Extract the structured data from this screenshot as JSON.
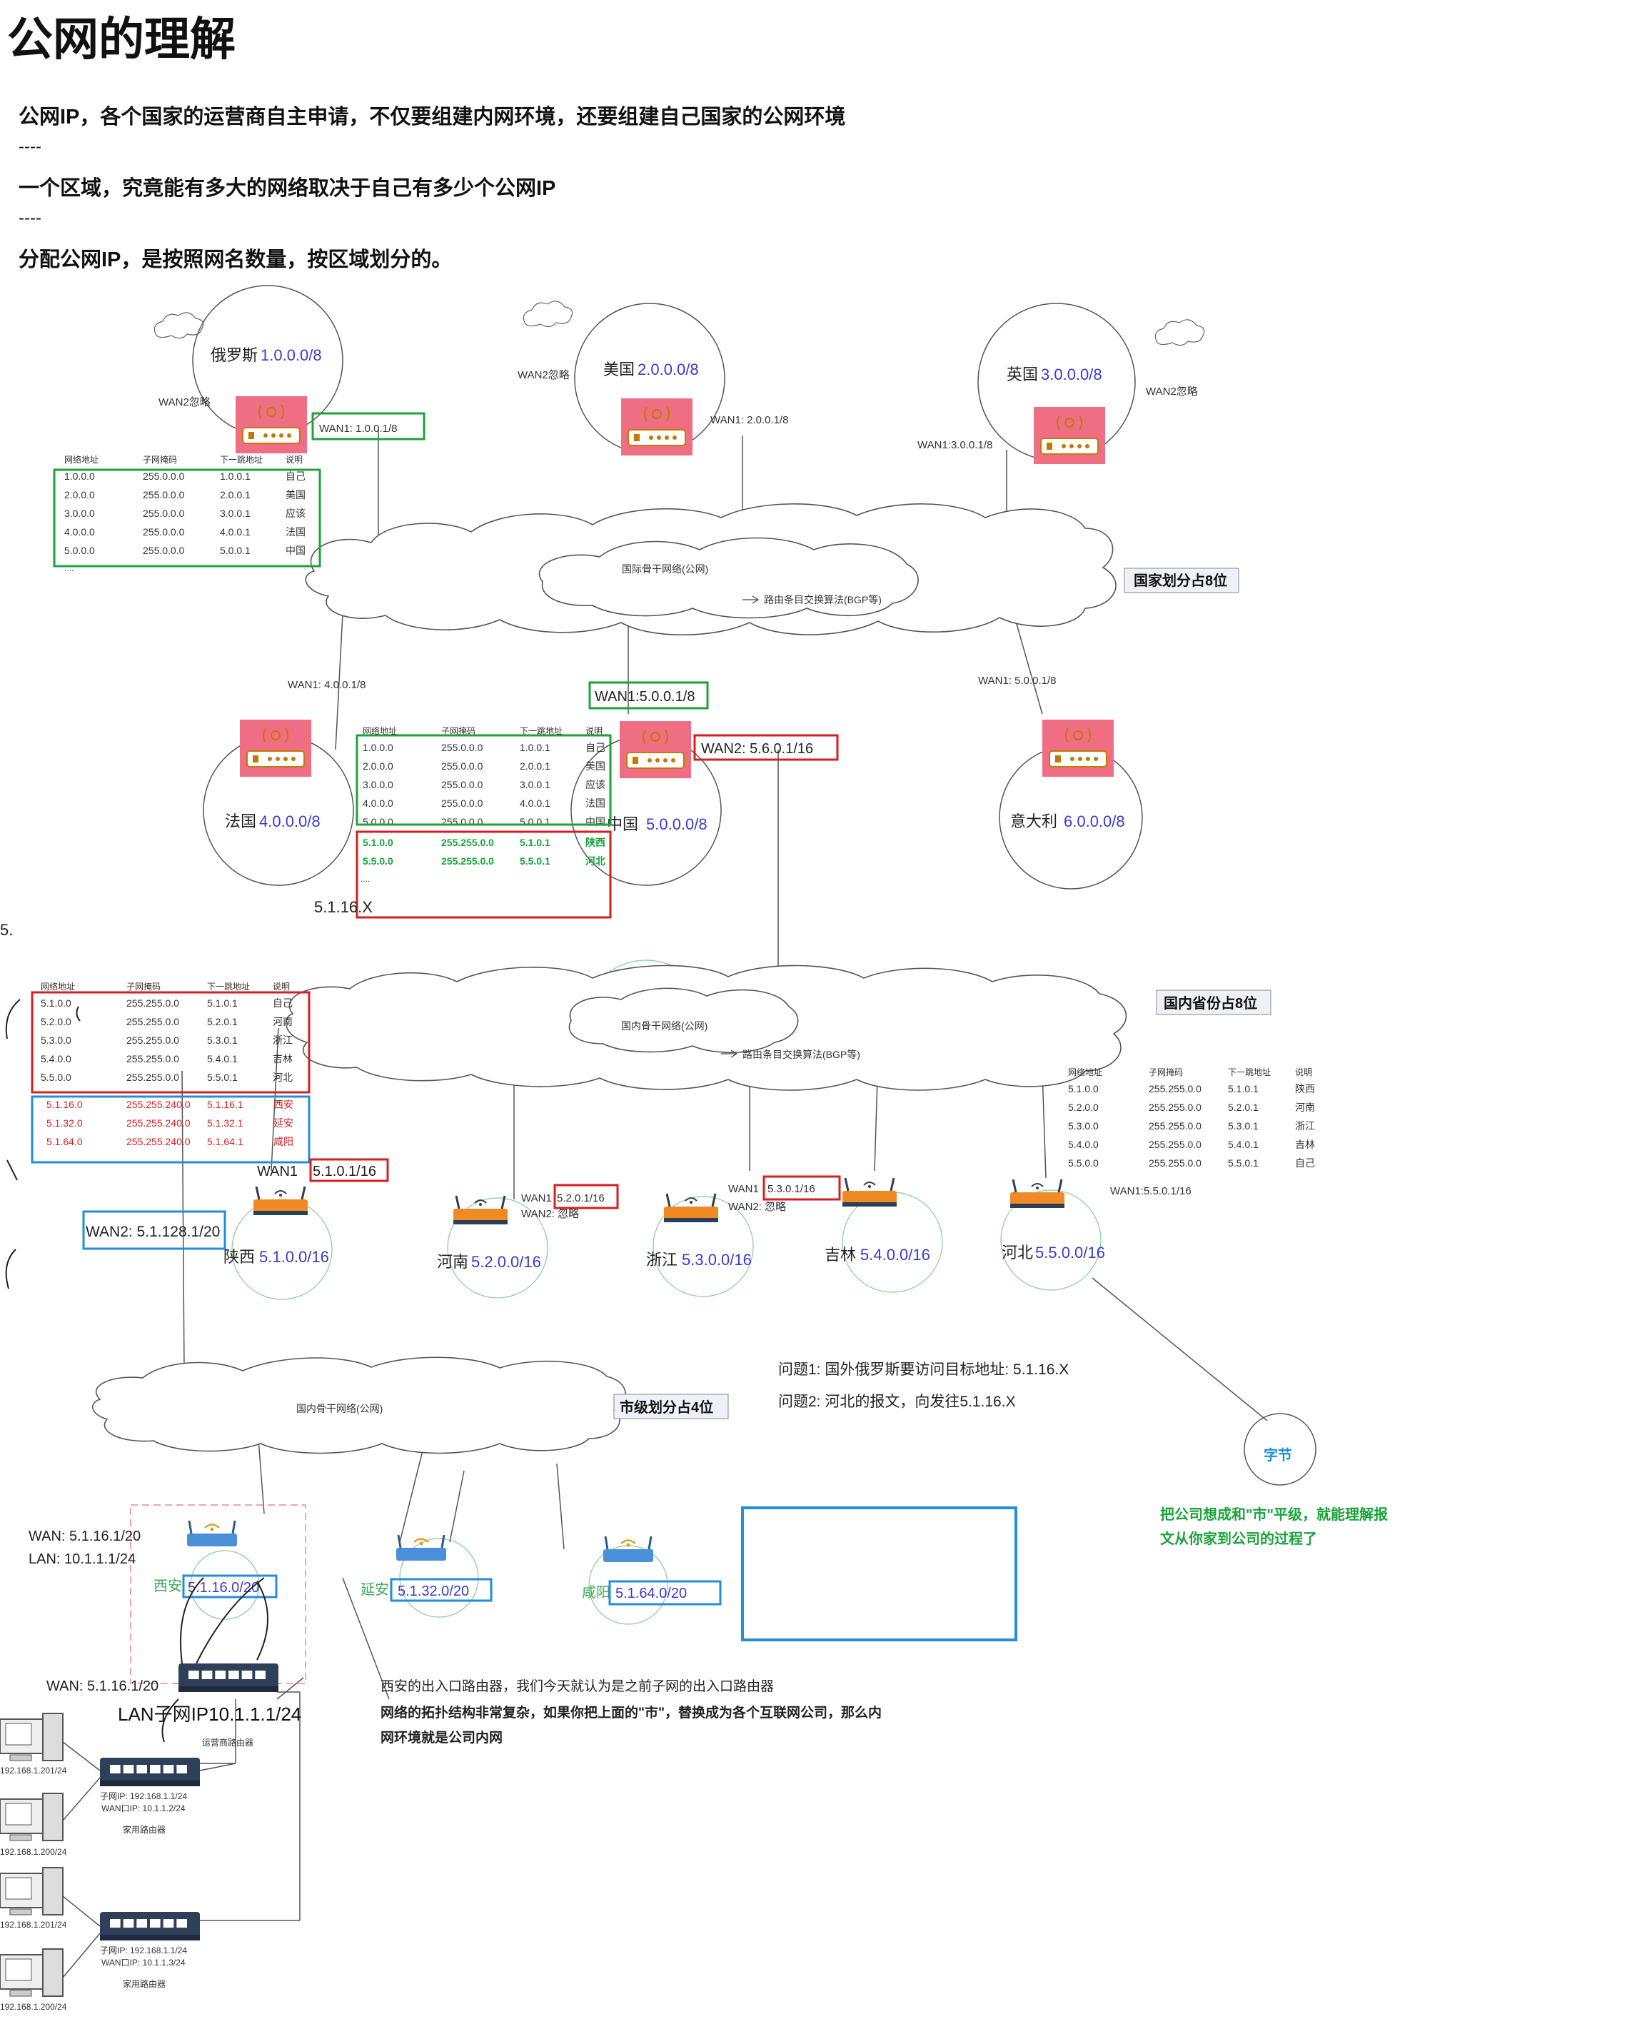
{
  "title": "公网的理解",
  "lines": [
    "公网IP，各个国家的运营商自主申请，不仅要组建内网环境，还要组建自己国家的公网环境",
    "----",
    "一个区域，究竟能有多大的网络取决于自己有多少个公网IP",
    "----",
    "分配公网IP，是按照网名数量，按区域划分的。"
  ],
  "countries": [
    {
      "name": "俄罗斯",
      "net": "1.0.0.0/8",
      "wan2": "WAN2忽略",
      "wan1": "WAN1:   1.0.0.1/8"
    },
    {
      "name": "美国",
      "net": "2.0.0.0/8",
      "wan2": "WAN2忽略",
      "wan1": "WAN1:  2.0.0.1/8"
    },
    {
      "name": "英国",
      "net": "3.0.0.0/8",
      "wan2": "WAN2忽略",
      "wan1": "WAN1:3.0.0.1/8"
    },
    {
      "name": "法国",
      "net": "4.0.0.0/8",
      "wan1": "WAN1:  4.0.0.1/8"
    },
    {
      "name": "中国",
      "net": "5.0.0.0/8",
      "wan1": "WAN1:5.0.0.1/8",
      "wan2": "WAN2: 5.6.0.1/16"
    },
    {
      "name": "意大利",
      "net": "6.0.0.0/8",
      "wan1": "WAN1:  5.0.0.1/8"
    }
  ],
  "intl_cloud": {
    "label": "国际骨干网络(公网)",
    "sub": "路由条目交换算法(BGP等)",
    "tag": "国家划分占8位"
  },
  "table_header": [
    "网络地址",
    "子网掩码",
    "下一跳地址",
    "说明"
  ],
  "russia_table": [
    [
      "1.0.0.0",
      "255.0.0.0",
      "1.0.0.1",
      "自己"
    ],
    [
      "2.0.0.0",
      "255.0.0.0",
      "2.0.0.1",
      "美国"
    ],
    [
      "3.0.0.0",
      "255.0.0.0",
      "3.0.0.1",
      "应该"
    ],
    [
      "4.0.0.0",
      "255.0.0.0",
      "4.0.0.1",
      "法国"
    ],
    [
      "5.0.0.0",
      "255.0.0.0",
      "5.0.0.1",
      "中国"
    ]
  ],
  "china_table": [
    [
      "1.0.0.0",
      "255.0.0.0",
      "1.0.0.1",
      "自己"
    ],
    [
      "2.0.0.0",
      "255.0.0.0",
      "2.0.0.1",
      "美国"
    ],
    [
      "3.0.0.0",
      "255.0.0.0",
      "3.0.0.1",
      "应该"
    ],
    [
      "4.0.0.0",
      "255.0.0.0",
      "4.0.0.1",
      "法国"
    ],
    [
      "5.0.0.0",
      "255.0.0.0",
      "5.0.0.1",
      "中国"
    ]
  ],
  "china_extra": [
    [
      "5.1.0.0",
      "255.255.0.0",
      "5.1.0.1",
      "陕西"
    ],
    [
      "5.5.0.0",
      "255.255.0.0",
      "5.5.0.1",
      "河北"
    ]
  ],
  "ellipsis": "....",
  "note_5116x": "5.1.16.X",
  "stray_5": "5.",
  "domestic_cloud": {
    "label": "国内骨干网络(公网)",
    "sub": "路由条目交换算法(BGP等)",
    "tag": "国内省份占8位"
  },
  "province_table": [
    [
      "5.1.0.0",
      "255.255.0.0",
      "5.1.0.1",
      "自己"
    ],
    [
      "5.2.0.0",
      "255.255.0.0",
      "5.2.0.1",
      "河南"
    ],
    [
      "5.3.0.0",
      "255.255.0.0",
      "5.3.0.1",
      "浙江"
    ],
    [
      "5.4.0.0",
      "255.255.0.0",
      "5.4.0.1",
      "吉林"
    ],
    [
      "5.5.0.0",
      "255.255.0.0",
      "5.5.0.1",
      "河北"
    ]
  ],
  "shaanxi_sub": [
    [
      "5.1.16.0",
      "255.255.240.0",
      "5.1.16.1",
      "西安"
    ],
    [
      "5.1.32.0",
      "255.255.240.0",
      "5.1.32.1",
      "延安"
    ],
    [
      "5.1.64.0",
      "255.255.240.0",
      "5.1.64.1",
      "咸阳"
    ]
  ],
  "hebei_table": [
    [
      "5.1.0.0",
      "255.255.0.0",
      "5.1.0.1",
      "陕西"
    ],
    [
      "5.2.0.0",
      "255.255.0.0",
      "5.2.0.1",
      "河南"
    ],
    [
      "5.3.0.0",
      "255.255.0.0",
      "5.3.0.1",
      "浙江"
    ],
    [
      "5.4.0.0",
      "255.255.0.0",
      "5.4.0.1",
      "吉林"
    ],
    [
      "5.5.0.0",
      "255.255.0.0",
      "5.5.0.1",
      "自己"
    ]
  ],
  "provinces": [
    {
      "name": "陕西",
      "net": "5.1.0.0/16",
      "wan1": "WAN1",
      "wan1_ip": "5.1.0.1/16",
      "wan2": "WAN2: 5.1.128.1/20"
    },
    {
      "name": "河南",
      "net": "5.2.0.0/16",
      "wan1": "WAN1",
      "wan1_ip": "5.2.0.1/16",
      "wan2": "WAN2: 忽略"
    },
    {
      "name": "浙江",
      "net": "5.3.0.0/16",
      "wan1": "WAN1",
      "wan1_ip": "5.3.0.1/16",
      "wan2": "WAN2: 忽略"
    },
    {
      "name": "吉林",
      "net": "5.4.0.0/16"
    },
    {
      "name": "河北",
      "net": "5.5.0.0/16",
      "wan1": "WAN1:5.5.0.1/16"
    }
  ],
  "questions": [
    "问题1:   国外俄罗斯要访问目标地址:      5.1.16.X",
    "问题2:  河北的报文，向发往5.1.16.X"
  ],
  "city_cloud": {
    "label": "国内骨干网络(公网)",
    "tag": "市级划分占4位"
  },
  "byte_node": "字节",
  "green_note": [
    "把公司想成和\"市\"平级，就能理解报",
    "文从你家到公司的过程了"
  ],
  "cities": [
    {
      "name": "西安",
      "net": "5.1.16.0/20"
    },
    {
      "name": "延安",
      "net": "5.1.32.0/20"
    },
    {
      "name": "咸阳",
      "net": "5.1.64.0/20"
    }
  ],
  "xian_wan": "WAN: 5.1.16.1/20",
  "xian_lan": "LAN: 10.1.1.1/24",
  "op_wan": "WAN: 5.1.16.1/20",
  "op_lan": "LAN子网IP10.1.1.1/24",
  "op_router": "运营商路由器",
  "home_routers": [
    {
      "sub": "子网IP:  192.168.1.1/24",
      "wan": "WAN口IP:  10.1.1.2/24",
      "label": "家用路由器"
    },
    {
      "sub": "子网IP:  192.168.1.1/24",
      "wan": "WAN口IP:  10.1.1.3/24",
      "label": "家用路由器"
    }
  ],
  "pcs": [
    "192.168.1.201/24",
    "192.168.1.200/24",
    "192.168.1.201/24",
    "192.168.1.200/24"
  ],
  "explain": [
    "西安的出入口路由器，我们今天就认为是之前子网的出入口路由器",
    "网络的拓扑结构非常复杂，如果你把上面的\"市\"，替换成为各个互联网公司，那么内",
    "网环境就是公司内网"
  ],
  "colors": {
    "green": "#1aa33a",
    "red": "#d61f1f",
    "blue": "#1f8fd6",
    "router": "#f06e84",
    "net": "#3a3ad0",
    "orange": "#f08a24"
  }
}
